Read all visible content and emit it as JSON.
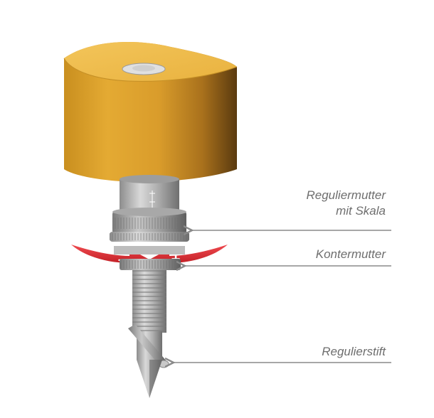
{
  "labels": {
    "reguliermutter_line1": "Reguliermutter",
    "reguliermutter_line2": "mit Skala",
    "kontermutter": "Kontermutter",
    "regulierstift": "Regulierstift"
  },
  "signs": {
    "minus": "–",
    "plus": "+"
  },
  "colors": {
    "body_yellow": "#e8b03a",
    "arrow_red": "#d9232a",
    "metal": "#b5b5b5",
    "label_gray": "#6e6e6e"
  }
}
